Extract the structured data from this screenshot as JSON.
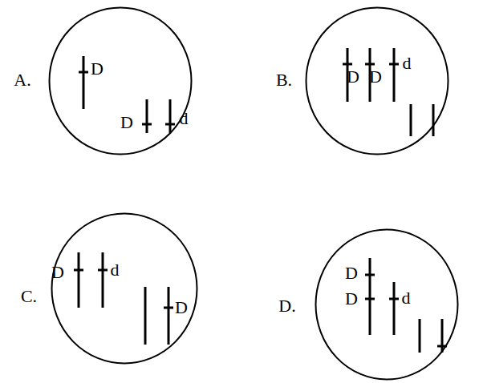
{
  "diagram": {
    "nodes": [
      {
        "text": [
          "A.",
          "D",
          "D",
          "d"
        ]
      },
      {
        "text": [
          "B.",
          "D",
          "D",
          "d"
        ]
      },
      {
        "text": [
          "C.",
          "D",
          "d",
          "D"
        ]
      },
      {
        "text": [
          "D.",
          "D",
          "D",
          "d"
        ]
      }
    ]
  }
}
